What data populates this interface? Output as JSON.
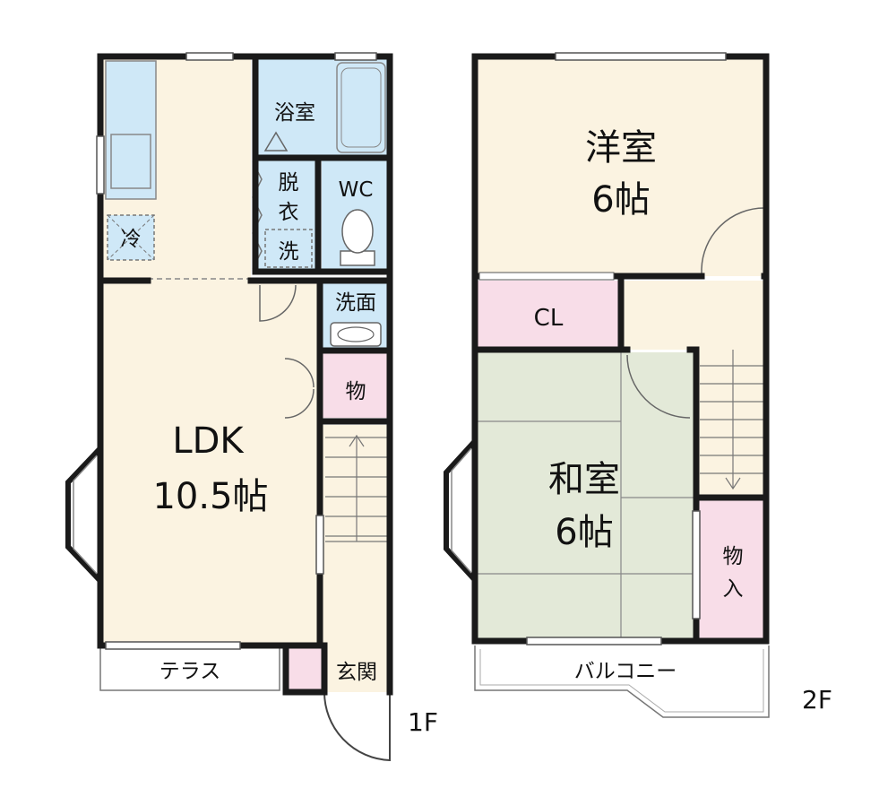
{
  "floor1": {
    "label": "1F",
    "rooms": {
      "ldk_name": "LDK",
      "ldk_size": "10.5帖",
      "bath": "浴室",
      "wc": "WC",
      "washroom": "洗面",
      "storage": "物",
      "entrance": "玄関",
      "terrace": "テラス",
      "fridge": "冷",
      "dressing_1": "脱",
      "dressing_2": "衣",
      "washer": "洗"
    }
  },
  "floor2": {
    "label": "2F",
    "rooms": {
      "western_name": "洋室",
      "western_size": "6帖",
      "closet": "CL",
      "japanese_name": "和室",
      "japanese_size": "6帖",
      "storage_1": "物",
      "storage_2": "入",
      "balcony": "バルコニー"
    }
  },
  "colors": {
    "wall": "#1a1a1a",
    "ldk_floor": "#fbf3e1",
    "wet_area": "#cfe8f7",
    "closet": "#f8dde8",
    "tatami": "#e3e9d8",
    "line": "#555555"
  }
}
